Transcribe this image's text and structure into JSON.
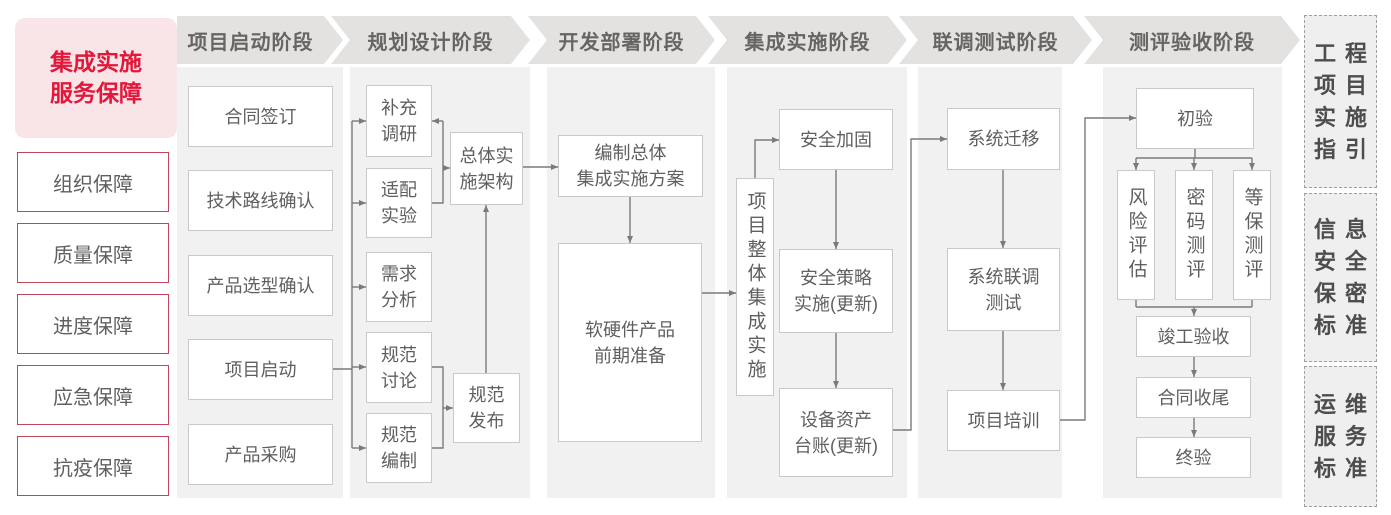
{
  "left_panel": {
    "title": "集成实施\n服务保障",
    "items": [
      "组织保障",
      "质量保障",
      "进度保障",
      "应急保障",
      "抗疫保障"
    ]
  },
  "phases": [
    {
      "label": "项目启动阶段",
      "steps": [
        "合同签订",
        "技术路线确认",
        "产品选型确认",
        "项目启动",
        "产品采购"
      ]
    },
    {
      "label": "规划设计阶段",
      "steps": [
        "补充\n调研",
        "适配\n实验",
        "需求\n分析",
        "规范\n讨论",
        "规范\n编制",
        "总体实\n施架构",
        "规范\n发布"
      ]
    },
    {
      "label": "开发部署阶段",
      "steps": [
        "编制总体\n集成实施方案",
        "软硬件产品\n前期准备"
      ]
    },
    {
      "label": "集成实施阶段",
      "steps": [
        "项目整体集成实施",
        "安全加固",
        "安全策略\n实施(更新)",
        "设备资产\n台账(更新)"
      ]
    },
    {
      "label": "联调测试阶段",
      "steps": [
        "系统迁移",
        "系统联调\n测试",
        "项目培训"
      ]
    },
    {
      "label": "测评验收阶段",
      "steps": [
        "初验",
        "风险评估",
        "密码测评",
        "等保测评",
        "竣工验收",
        "合同收尾",
        "终验"
      ]
    }
  ],
  "right_panel": {
    "items": [
      "工程\n项目\n实施\n指引",
      "信息\n安全\n保密\n标准",
      "运维\n服务\n标准"
    ]
  },
  "colors": {
    "accent_red": "#e2173a",
    "border_red": "#c2455a",
    "pink_bg": "#f9e4e8",
    "header_gray": "#e3e2e1",
    "body_gray": "#f2f1f1",
    "line_gray": "#7a7a7a"
  }
}
